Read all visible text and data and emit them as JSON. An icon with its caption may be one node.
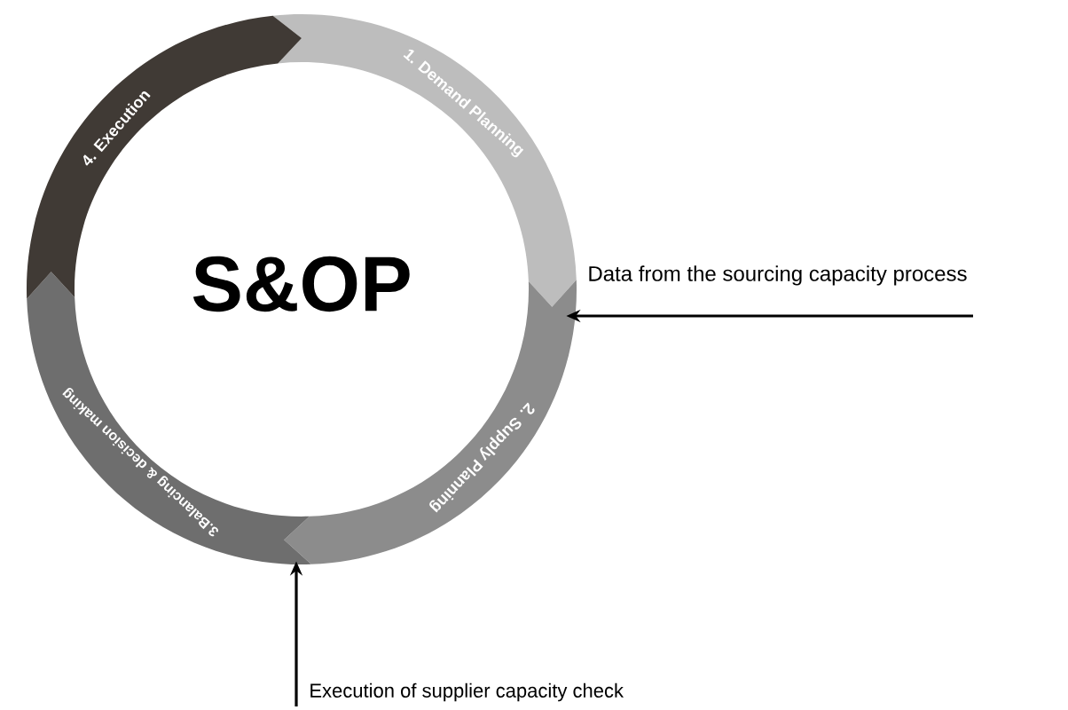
{
  "diagram": {
    "nodes": [
      {
        "text": [
          "1. Demand Planning"
        ]
      },
      {
        "text": [
          "2. Supply Planning"
        ]
      },
      {
        "text": [
          "3.Balancing & decision making"
        ]
      },
      {
        "text": [
          "4. Execution"
        ]
      },
      {
        "text": [
          "Data from the sourcing capacity process"
        ]
      },
      {
        "text": [
          "Execution of supplier capacity check"
        ]
      }
    ],
    "edges": [
      {
        "from": 4,
        "to": 1,
        "arrow": "to"
      },
      {
        "from": 5,
        "to": 2,
        "arrow": "to"
      }
    ],
    "labels": [
      "S&OP"
    ]
  }
}
